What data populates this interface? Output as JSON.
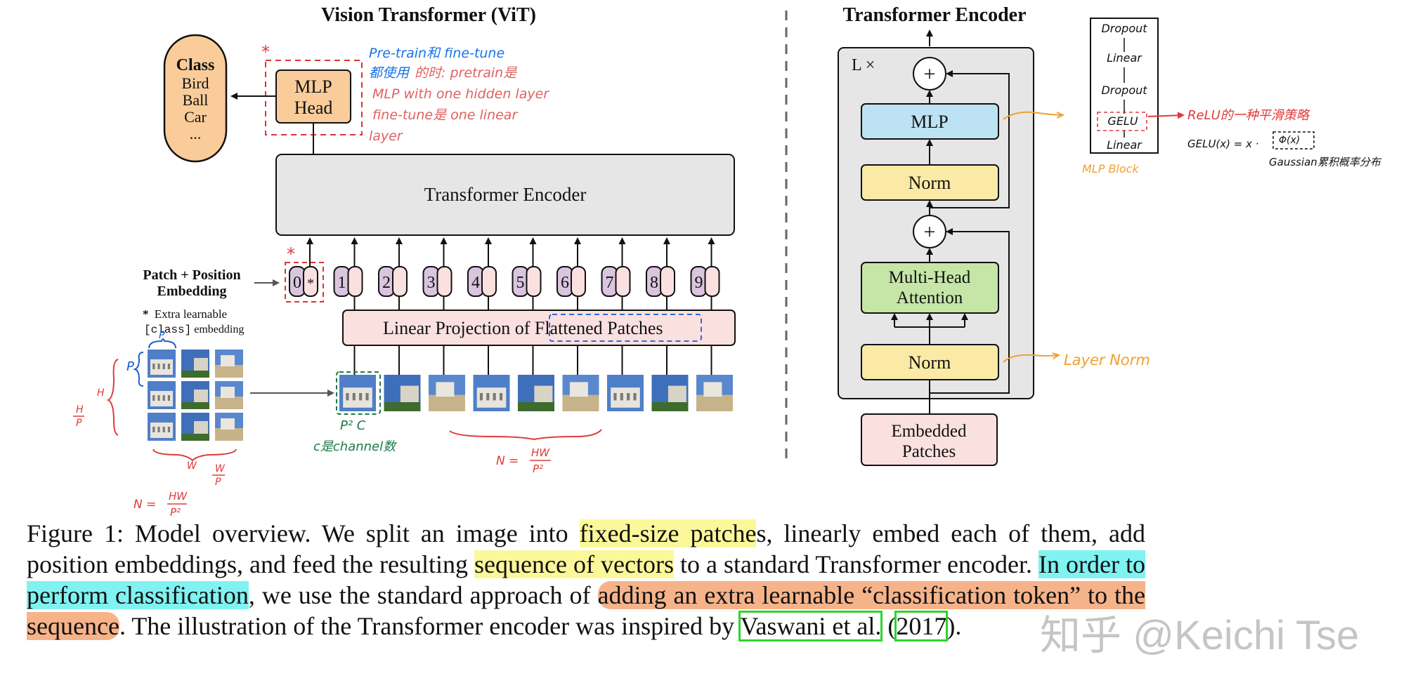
{
  "vit": {
    "title": "Vision Transformer (ViT)",
    "class_box": {
      "title": "Class",
      "items": [
        "Bird",
        "Ball",
        "Car",
        "..."
      ]
    },
    "mlp_head": [
      "MLP",
      "Head"
    ],
    "encoder_label": "Transformer Encoder",
    "patch_pos_label": [
      "Patch + Position",
      "Embedding"
    ],
    "extra_note": {
      "star": "*",
      "line1": "Extra learnable",
      "code": "[class]",
      "line2": " embedding"
    },
    "linear_projection": {
      "prefix": "Linear Projection of ",
      "highlighted": "Flattened Patches"
    },
    "token_numbers": [
      "0",
      "1",
      "2",
      "3",
      "4",
      "5",
      "6",
      "7",
      "8",
      "9"
    ],
    "class_token_marker": "*"
  },
  "encoder": {
    "title": "Transformer Encoder",
    "repeat": "L ×",
    "plus": "+",
    "mlp": "MLP",
    "norm_top": "Norm",
    "mha": [
      "Multi-Head",
      "Attention"
    ],
    "norm_bottom": "Norm",
    "embedded": [
      "Embedded",
      "Patches"
    ]
  },
  "annotations": {
    "pretrain_blue": [
      "Pre-train和 fine-tune",
      "都使用"
    ],
    "pretrain_red": [
      "的时: pretrain是",
      "MLP with one hidden layer",
      "fine-tune是 one linear",
      "layer"
    ],
    "star_mark": "*",
    "p_label": "P",
    "h_label": "H",
    "h_over_p": [
      "H",
      "P"
    ],
    "w_label": "W",
    "w_over_p": [
      "W",
      "P"
    ],
    "n_formula": [
      "N =",
      "HW",
      "P²"
    ],
    "p2c": "P² C",
    "c_note": "c是channel数",
    "n_formula2": [
      "N =",
      "HW",
      "P²"
    ],
    "layer_norm": "Layer Norm",
    "mlp_block": {
      "items": [
        "Dropout",
        "Linear",
        "Dropout",
        "GELU",
        "Linear"
      ],
      "caption": "MLP Block"
    },
    "relu_note": "ReLU的一种平滑策略",
    "gelu_formula": [
      "GELU(x) = x ·",
      "Φ(x)"
    ],
    "gaussian_note": "Gaussian累积概率分布"
  },
  "caption": {
    "segments": [
      {
        "text": "Figure 1: Model overview. We split an image into ",
        "style": ""
      },
      {
        "text": "fixed-size patche",
        "style": "hl-yellow"
      },
      {
        "text": "s, linearly embed each of them, add position embeddings, and feed the resulting ",
        "style": ""
      },
      {
        "text": "sequence of vectors",
        "style": "hl-yellow"
      },
      {
        "text": " to a standard Transformer encoder. ",
        "style": ""
      },
      {
        "text": "In order to perform classification",
        "style": "hl-cyan"
      },
      {
        "text": ", we use the standard approach of ",
        "style": ""
      },
      {
        "text": "adding an extra learnable “classification token” to the sequence",
        "style": "hl-orange"
      },
      {
        "text": ". The illustration of the Transformer encoder was inspired by ",
        "style": ""
      },
      {
        "text": "Vaswani et al.",
        "style": "boxed"
      },
      {
        "text": " (",
        "style": ""
      },
      {
        "text": "2017",
        "style": "boxed"
      },
      {
        "text": ").",
        "style": ""
      }
    ]
  },
  "watermark": "知乎 @Keichi Tse",
  "colors": {
    "class_fill": "#f9cc9a",
    "patch_token": "#fbe0e0",
    "pos_token": "#d9c5de",
    "encoder_bg": "#e6e6e6",
    "mlp_fill": "#bde2f4",
    "norm_fill": "#fbeaa6",
    "mha_fill": "#c5e6a6",
    "embedded_fill": "#fbe0e0",
    "annot_red": "#e03a3a",
    "annot_blue": "#1a73e8",
    "annot_orange": "#f0a030",
    "annot_green": "#1a7a4a"
  }
}
